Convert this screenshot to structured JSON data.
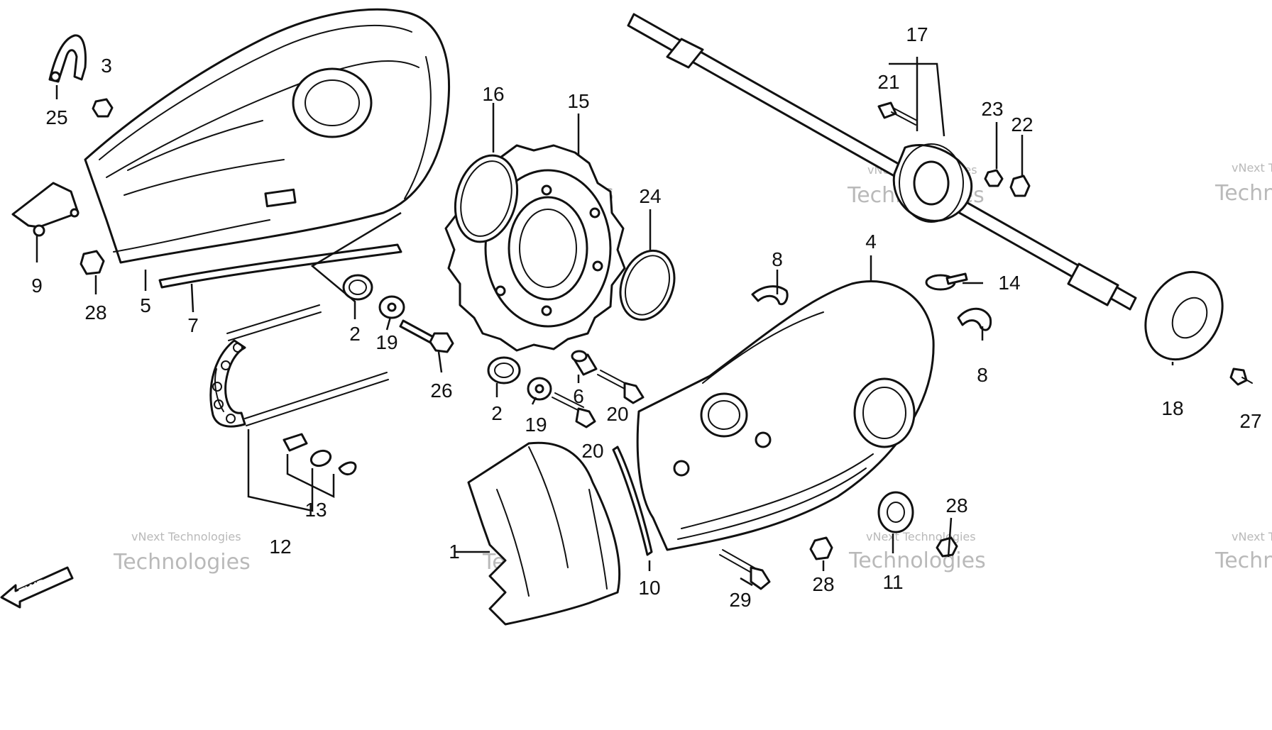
{
  "diagram": {
    "direction_marker": "FWD",
    "watermark": {
      "small": "vNext Technologies",
      "large": "Technologies"
    },
    "callouts": [
      {
        "id": "c1",
        "label": "1"
      },
      {
        "id": "c2a",
        "label": "2"
      },
      {
        "id": "c2b",
        "label": "2"
      },
      {
        "id": "c3",
        "label": "3"
      },
      {
        "id": "c4",
        "label": "4"
      },
      {
        "id": "c5",
        "label": "5"
      },
      {
        "id": "c6",
        "label": "6"
      },
      {
        "id": "c7",
        "label": "7"
      },
      {
        "id": "c8a",
        "label": "8"
      },
      {
        "id": "c8b",
        "label": "8"
      },
      {
        "id": "c9",
        "label": "9"
      },
      {
        "id": "c10",
        "label": "10"
      },
      {
        "id": "c11",
        "label": "11"
      },
      {
        "id": "c12",
        "label": "12"
      },
      {
        "id": "c13",
        "label": "13"
      },
      {
        "id": "c14",
        "label": "14"
      },
      {
        "id": "c15",
        "label": "15"
      },
      {
        "id": "c16",
        "label": "16"
      },
      {
        "id": "c17",
        "label": "17"
      },
      {
        "id": "c18",
        "label": "18"
      },
      {
        "id": "c19a",
        "label": "19"
      },
      {
        "id": "c19b",
        "label": "19"
      },
      {
        "id": "c20a",
        "label": "20"
      },
      {
        "id": "c20b",
        "label": "20"
      },
      {
        "id": "c21",
        "label": "21"
      },
      {
        "id": "c22",
        "label": "22"
      },
      {
        "id": "c23",
        "label": "23"
      },
      {
        "id": "c24",
        "label": "24"
      },
      {
        "id": "c25",
        "label": "25"
      },
      {
        "id": "c26",
        "label": "26"
      },
      {
        "id": "c27",
        "label": "27"
      },
      {
        "id": "c28a",
        "label": "28"
      },
      {
        "id": "c28b",
        "label": "28"
      },
      {
        "id": "c28c",
        "label": "28"
      },
      {
        "id": "c29",
        "label": "29"
      }
    ]
  }
}
